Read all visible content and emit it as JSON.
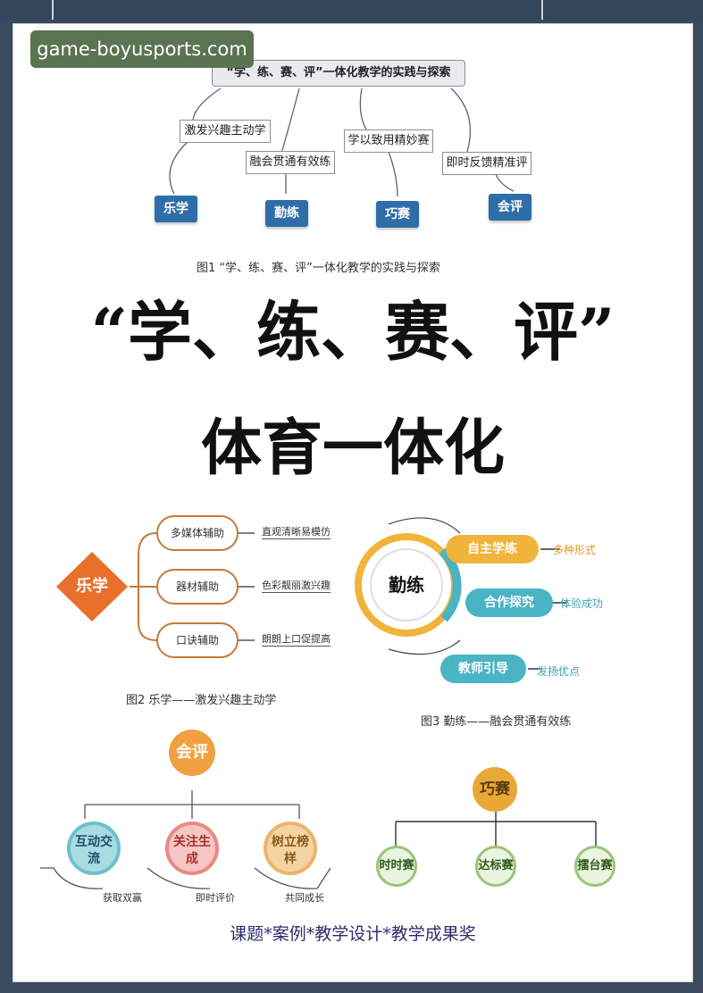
{
  "watermark": "game-boyusports.com",
  "fig1": {
    "top": "“学、练、赛、评”一体化教学的实践与探索",
    "branches": [
      "激发兴趣主动学",
      "融会贯通有效练",
      "学以致用精妙赛",
      "即时反馈精准评"
    ],
    "nodes": [
      "乐学",
      "勤练",
      "巧赛",
      "会评"
    ],
    "caption": "图1 “学、练、赛、评”一体化教学的实践与探索",
    "node_color": "#2e6da8"
  },
  "title_line1": "“学、练、赛、评”",
  "title_line2": "体育一体化",
  "fig2": {
    "center": "乐学",
    "items": [
      "多媒体辅助",
      "器材辅助",
      "口诀辅助"
    ],
    "notes": [
      "直观清晰易模仿",
      "色彩靓丽激兴趣",
      "朗朗上口促提高"
    ],
    "caption": "图2 乐学——激发兴趣主动学",
    "accent": "#e8702a"
  },
  "fig3": {
    "center": "勤练",
    "items": [
      "自主学练",
      "合作探究",
      "教师引导"
    ],
    "notes": [
      "多种形式",
      "体验成功",
      "发扬优点"
    ],
    "caption": "图3 勤练——融会贯通有效练",
    "colors": [
      "#f0b43c",
      "#4ab3c4",
      "#4ab3c4"
    ]
  },
  "fig4": {
    "center": "会评",
    "items": [
      "互动交流",
      "关注生成",
      "树立榜样"
    ],
    "subs": [
      "获取双赢",
      "即时评价",
      "共同成长"
    ],
    "accent": "#f0a040"
  },
  "fig5": {
    "center": "巧赛",
    "items": [
      "时时赛",
      "达标赛",
      "擂台赛"
    ]
  },
  "footer": "课题*案例*教学设计*教学成果奖"
}
